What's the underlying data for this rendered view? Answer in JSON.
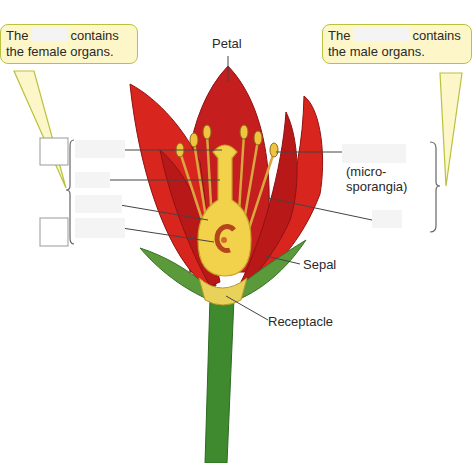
{
  "diagram": {
    "nodes": [
      {
        "text": [
          "The",
          "contains the female organs."
        ]
      },
      {
        "text": [
          "The",
          "contains the male organs."
        ]
      }
    ],
    "labels": [
      "Petal",
      "(micro- sporangia)",
      "Sepal",
      "Receptacle"
    ]
  }
}
